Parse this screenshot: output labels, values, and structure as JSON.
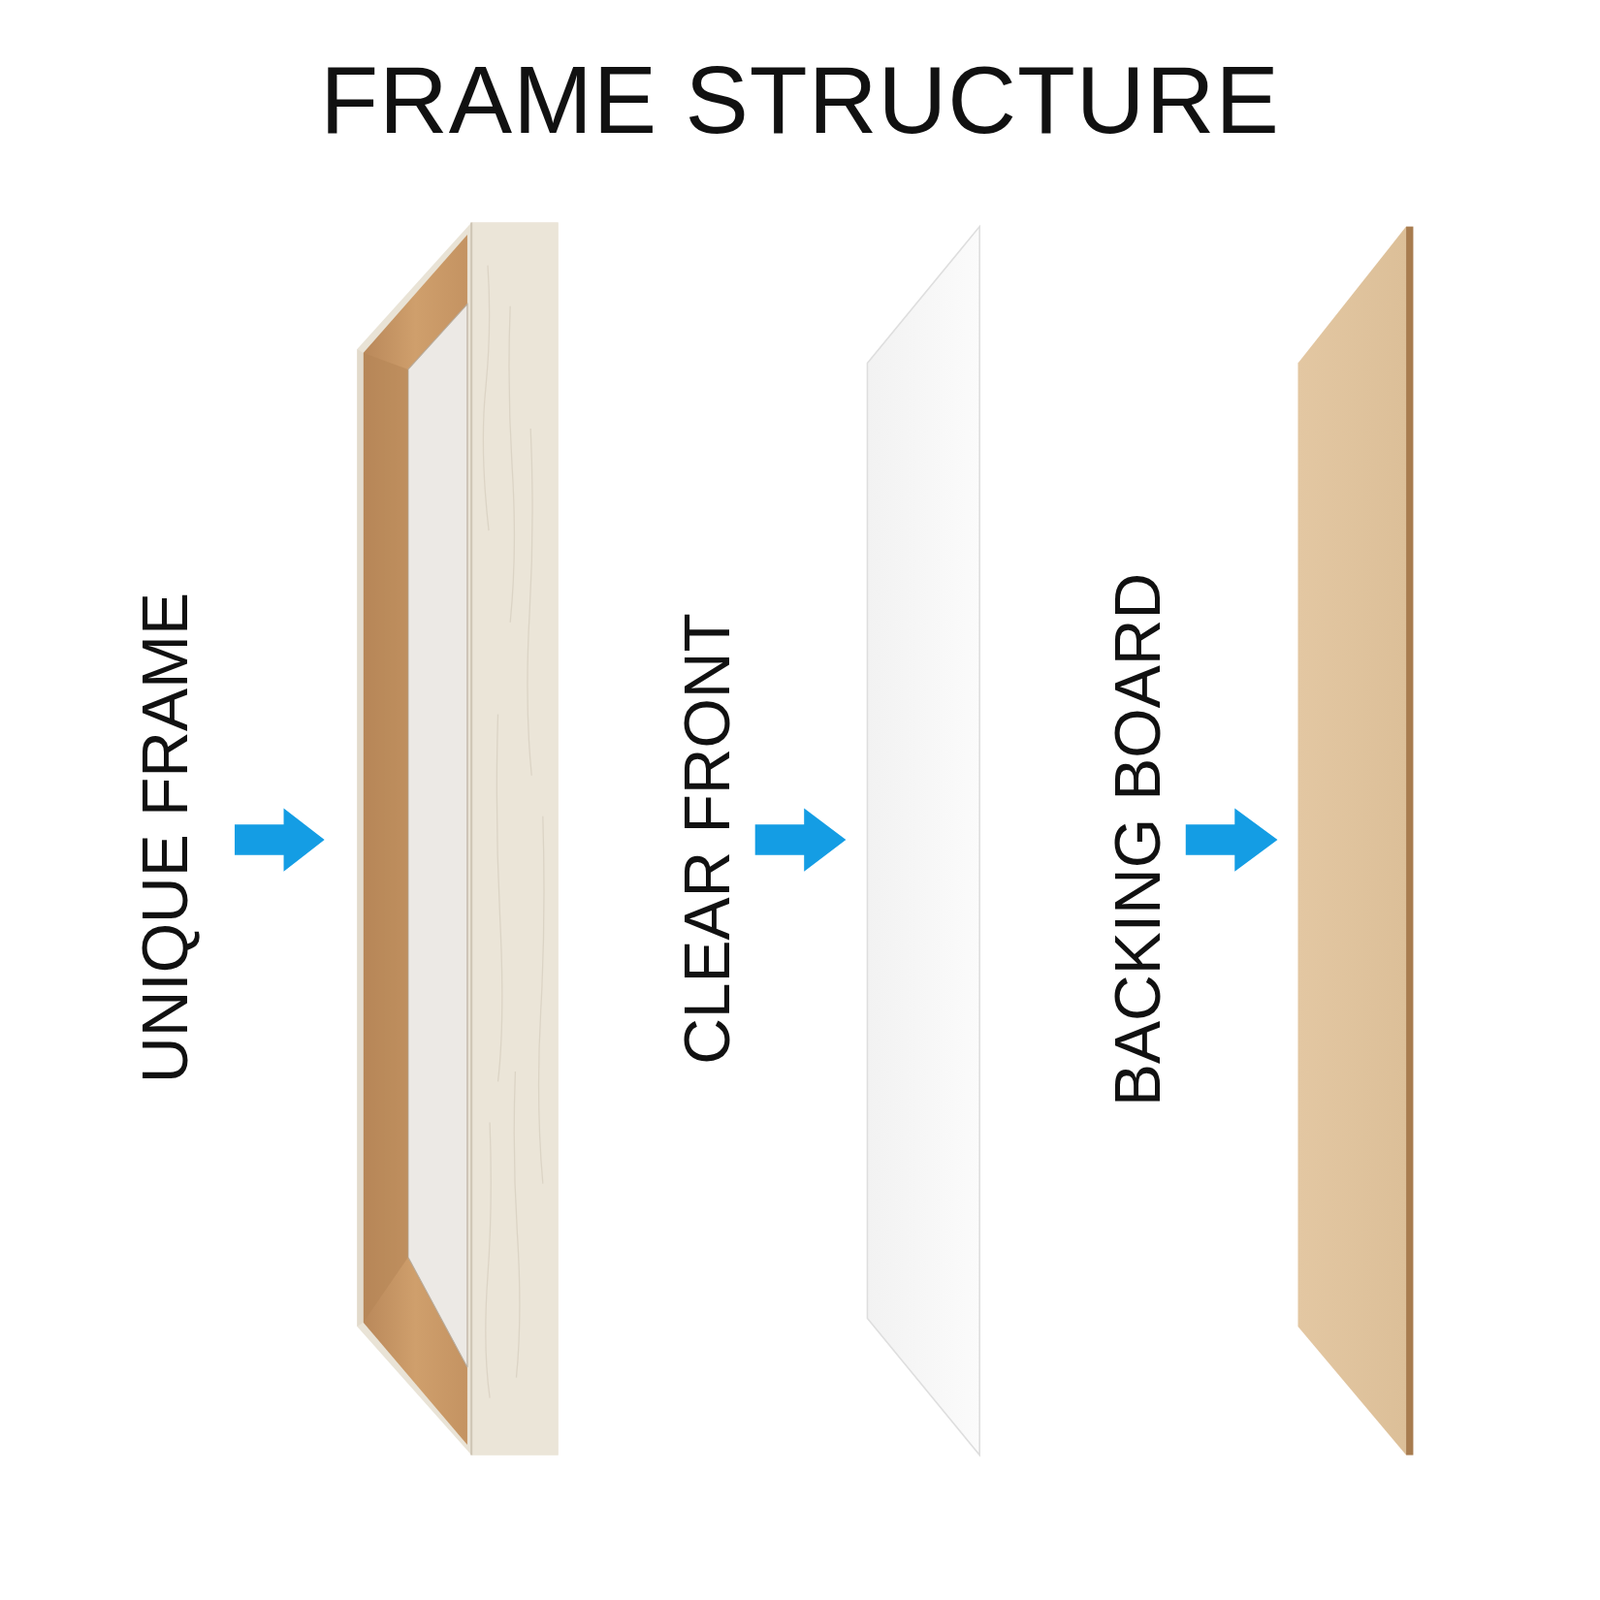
{
  "diagram": {
    "title": "FRAME STRUCTURE",
    "labels": [
      "UNIQUE FRAME",
      "CLEAR FRONT",
      "BACKING BOARD"
    ]
  }
}
